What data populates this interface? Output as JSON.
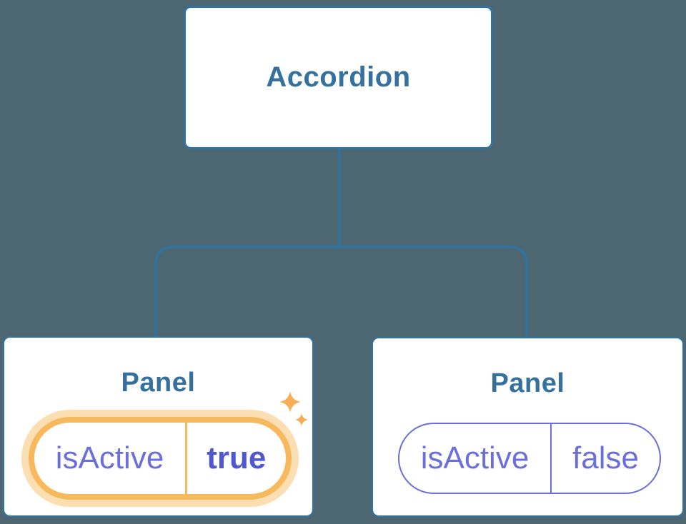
{
  "canvas": {
    "background": "#4D6772",
    "accent_blue": "#2F73A0",
    "accent_purple": "#6B6EDB",
    "accent_purple_bold": "#5157D1",
    "accent_orange": "#F7B95E",
    "accent_orange_glow": "#FBDFB2"
  },
  "tree": {
    "root": {
      "label": "Accordion"
    },
    "children": [
      {
        "title": "Panel",
        "prop": {
          "name": "isActive",
          "value": "true"
        },
        "highlighted": true,
        "icon": "sparkle-icon"
      },
      {
        "title": "Panel",
        "prop": {
          "name": "isActive",
          "value": "false"
        },
        "highlighted": false
      }
    ]
  }
}
